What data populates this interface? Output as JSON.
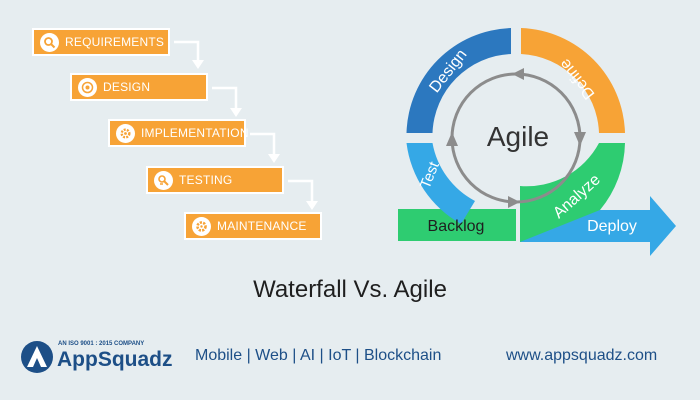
{
  "waterfall": {
    "steps": [
      {
        "label": "REQUIREMENTS",
        "icon": "magnifier-icon"
      },
      {
        "label": "DESIGN",
        "icon": "target-icon"
      },
      {
        "label": "IMPLEMENTATION",
        "icon": "gear-icon"
      },
      {
        "label": "TESTING",
        "icon": "testing-icon"
      },
      {
        "label": "MAINTENANCE",
        "icon": "settings-icon"
      }
    ],
    "box_color": "#f7a336"
  },
  "agile": {
    "center": "Agile",
    "segments": [
      {
        "label": "Design",
        "color": "#2c78bf"
      },
      {
        "label": "Define",
        "color": "#f7a336"
      },
      {
        "label": "Analyze",
        "color": "#2ecc71"
      },
      {
        "label": "Test",
        "color": "#35a8e6"
      }
    ],
    "backlog": {
      "label": "Backlog",
      "color": "#2ecc71"
    },
    "deploy": {
      "label": "Deploy",
      "color": "#35a8e6"
    }
  },
  "title": "Waterfall Vs. Agile",
  "footer": {
    "logo_name": "AppSquadz",
    "logo_cert": "AN ISO 9001 : 2015 COMPANY",
    "tagline": "Mobile | Web | AI | IoT | Blockchain",
    "website": "www.appsquadz.com"
  }
}
